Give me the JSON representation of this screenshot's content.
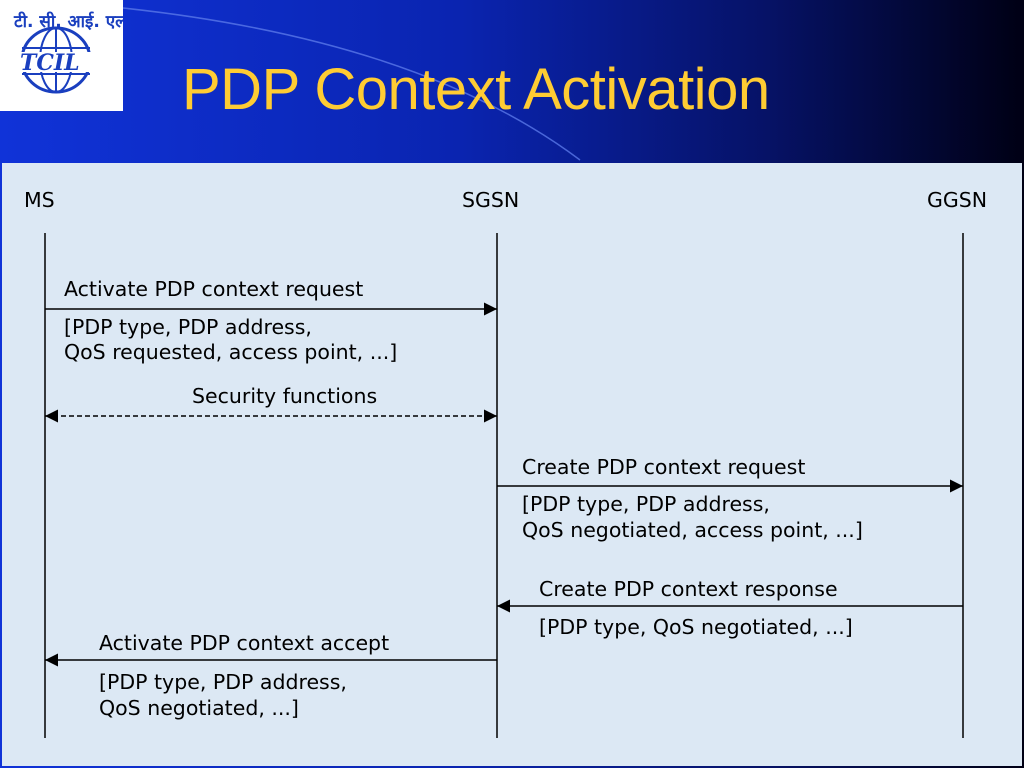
{
  "slide": {
    "title": "PDP Context Activation",
    "title_color": "#ffcc33",
    "background_color": "#0a24b0",
    "content_background": "#dce8f4",
    "logo_text": "TCIL",
    "logo_script_text": "टी. सी. आई. एल",
    "logo_color": "#1a3fbf"
  },
  "diagram": {
    "entities": [
      {
        "id": "ms",
        "label": "MS"
      },
      {
        "id": "sgsn",
        "label": "SGSN"
      },
      {
        "id": "ggsn",
        "label": "GGSN"
      }
    ],
    "messages": [
      {
        "id": "activate-request",
        "from": "ms",
        "to": "sgsn",
        "style": "solid",
        "bidirectional": false,
        "label": "Activate PDP context request",
        "params": [
          "[PDP type, PDP address,",
          "QoS requested, access point, ...]"
        ]
      },
      {
        "id": "security-functions",
        "from": "ms",
        "to": "sgsn",
        "style": "dashed",
        "bidirectional": true,
        "label": "Security functions",
        "params": []
      },
      {
        "id": "create-request",
        "from": "sgsn",
        "to": "ggsn",
        "style": "solid",
        "bidirectional": false,
        "label": "Create PDP context request",
        "params": [
          "[PDP type, PDP address,",
          "QoS negotiated, access point, ...]"
        ]
      },
      {
        "id": "create-response",
        "from": "ggsn",
        "to": "sgsn",
        "style": "solid",
        "bidirectional": false,
        "label": "Create PDP context response",
        "params": [
          "[PDP type, QoS negotiated, ...]"
        ]
      },
      {
        "id": "activate-accept",
        "from": "sgsn",
        "to": "ms",
        "style": "solid",
        "bidirectional": false,
        "label": "Activate PDP context accept",
        "params": [
          "[PDP type, PDP address,",
          "QoS negotiated, ...]"
        ]
      }
    ]
  }
}
